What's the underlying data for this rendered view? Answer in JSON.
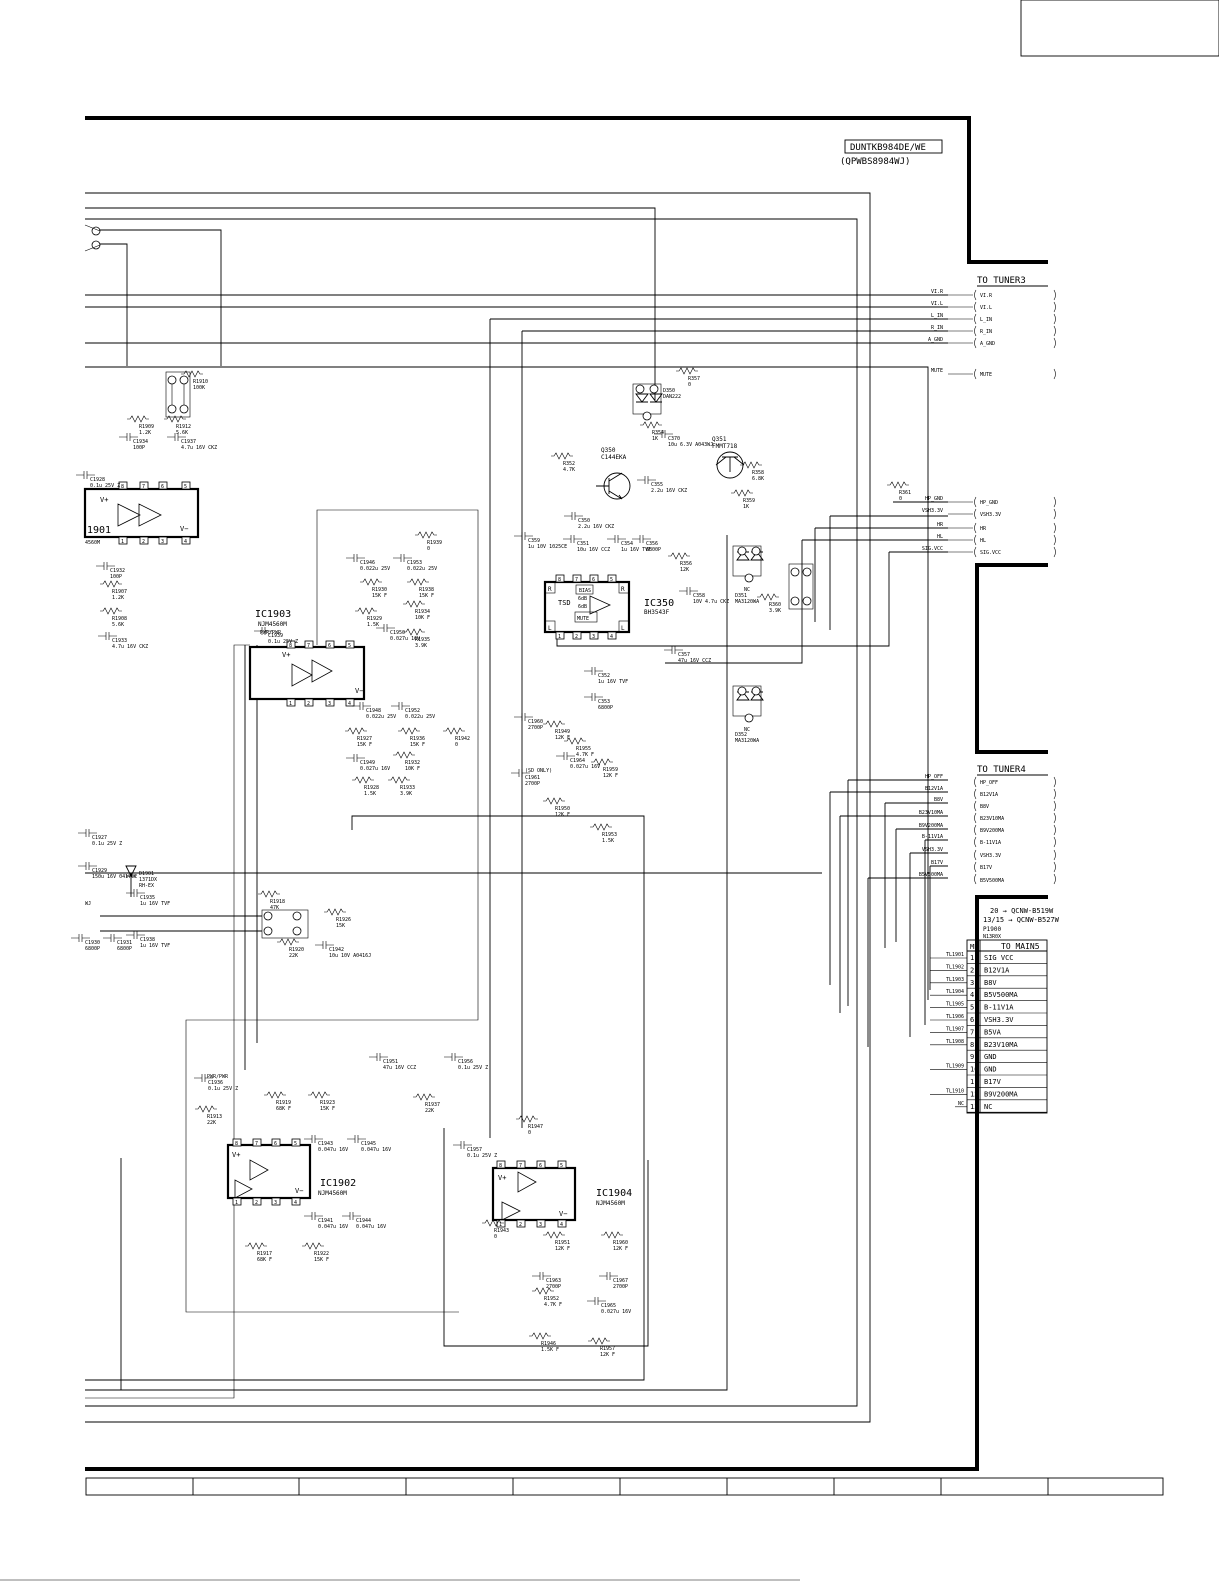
{
  "board": {
    "model": "DUNTKB984DE/WE",
    "part": "(QPWBS8984WJ)"
  },
  "tuner3": {
    "title": "TO TUNER3",
    "pins": [
      {
        "line": "VI.R",
        "pin": "VI.R"
      },
      {
        "line": "VI.L",
        "pin": "VI.L"
      },
      {
        "line": "L_IN",
        "pin": "L_IN"
      },
      {
        "line": "R_IN",
        "pin": "R_IN"
      },
      {
        "line": "A_GND",
        "pin": "A_GND"
      },
      {
        "line": "MUTE",
        "pin": "MUTE"
      },
      {
        "line": "HP_GND",
        "pin": "HP_GND"
      },
      {
        "line": "VSH3.3V",
        "pin": "VSH3.3V"
      },
      {
        "line": "HR",
        "pin": "HR"
      },
      {
        "line": "HL",
        "pin": "HL"
      },
      {
        "line": "SIG.VCC",
        "pin": "SIG.VCC"
      }
    ]
  },
  "tuner4": {
    "title": "TO TUNER4",
    "pins": [
      {
        "line": "HP_OFF",
        "pin": "HP_OFF"
      },
      {
        "line": "B12V1A",
        "pin": "B12V1A"
      },
      {
        "line": "B8V",
        "pin": "B8V"
      },
      {
        "line": "B23V10MA",
        "pin": "B23V10MA"
      },
      {
        "line": "B9V200MA",
        "pin": "B9V200MA"
      },
      {
        "line": "B-11V1A",
        "pin": "B-11V1A"
      },
      {
        "line": "VSH3.3V",
        "pin": "VSH3.3V"
      },
      {
        "line": "B17V",
        "pin": "B17V"
      },
      {
        "line": "B5V500MA",
        "pin": "B5V500MA"
      }
    ]
  },
  "main5": {
    "note1": "20 → QCNW-B519W",
    "note2": "13/15 → QCNW-B527W",
    "plug": "P1900",
    "plug_type": "N13R0X",
    "col_mb": "MB",
    "title": "TO MAIN5",
    "rows": [
      {
        "tl": "TL1901",
        "num": "1",
        "name": "SIG VCC"
      },
      {
        "tl": "TL1902",
        "num": "2",
        "name": "B12V1A"
      },
      {
        "tl": "TL1903",
        "num": "3",
        "name": "B8V"
      },
      {
        "tl": "TL1904",
        "num": "4",
        "name": "B5V500MA"
      },
      {
        "tl": "TL1905",
        "num": "5",
        "name": "B-11V1A"
      },
      {
        "tl": "TL1906",
        "num": "6",
        "name": "VSH3.3V"
      },
      {
        "tl": "TL1907",
        "num": "7",
        "name": "B5VA"
      },
      {
        "tl": "TL1908",
        "num": "8",
        "name": "B23V10MA"
      },
      {
        "tl": "",
        "num": "9",
        "name": "GND"
      },
      {
        "tl": "TL1909",
        "num": "10",
        "name": "GND"
      },
      {
        "tl": "",
        "num": "11",
        "name": "B17V"
      },
      {
        "tl": "TL1910",
        "num": "12",
        "name": "B9V200MA"
      },
      {
        "tl": "NC",
        "num": "13",
        "name": "NC"
      }
    ]
  },
  "ics": [
    {
      "ref": "IC1903",
      "type": "NJM4560M"
    },
    {
      "ref": "IC1902",
      "type": "NJM4560M"
    },
    {
      "ref": "IC1904",
      "type": "NJM4560M"
    },
    {
      "ref": "IC350",
      "type": "BH3543F"
    },
    {
      "ref": "IC1901",
      "type": "NJM4560M"
    }
  ],
  "ic350_blocks": {
    "tsd": "TSD",
    "bias": "BIAS",
    "r1": "R",
    "r2": "R",
    "l1": "L",
    "l2": "L",
    "mute": "MUTE",
    "db1": "6dB",
    "db2": "6dB"
  },
  "ic1901_partial": {
    "ref": "1901",
    "type": "4560M"
  },
  "transistors": [
    {
      "ref": "Q350",
      "type": "C144EKA"
    },
    {
      "ref": "Q351",
      "type": "FMMT718"
    }
  ],
  "diodes": [
    {
      "ref": "D350",
      "type": "DAN222"
    },
    {
      "ref": "D351",
      "type": "MA3120WA",
      "nc": "NC"
    },
    {
      "ref": "D352",
      "type": "MA3120WA",
      "nc": "NC"
    },
    {
      "ref": "D1901",
      "type": "1371DX",
      "extra": "RH-EX"
    }
  ],
  "components": [
    {
      "ref": "R1910",
      "val": "100K"
    },
    {
      "ref": "R1909",
      "val": "1.2K"
    },
    {
      "ref": "R1912",
      "val": "5.6K"
    },
    {
      "ref": "C1934",
      "val": "100P"
    },
    {
      "ref": "C1937",
      "val": "4.7u 16V CKZ"
    },
    {
      "ref": "C1928",
      "val": "0.1u 25V Z"
    },
    {
      "ref": "C1932",
      "val": "100P"
    },
    {
      "ref": "R1907",
      "val": "1.2K"
    },
    {
      "ref": "R1908",
      "val": "5.6K"
    },
    {
      "ref": "C1933",
      "val": "4.7u 16V CKZ"
    },
    {
      "ref": "C1927",
      "val": "0.1u 25V Z"
    },
    {
      "ref": "C1929",
      "val": "150u 16V 0417CE"
    },
    {
      "ref": "C1935",
      "val": "1u 16V TVF"
    },
    {
      "ref": "C1938",
      "val": "1u 16V TVF"
    },
    {
      "ref": "C1930",
      "val": "6800P"
    },
    {
      "ref": "C1931",
      "val": "6800P"
    },
    {
      "ref": "R1918",
      "val": "47K"
    },
    {
      "ref": "R1926",
      "val": "15K"
    },
    {
      "ref": "R1920",
      "val": "22K"
    },
    {
      "ref": "C1942",
      "val": "10u 10V A0416J"
    },
    {
      "ref": "C1946",
      "val": "0.022u 25V"
    },
    {
      "ref": "R1939",
      "val": "0"
    },
    {
      "ref": "C1953",
      "val": "0.022u 25V"
    },
    {
      "ref": "R1930",
      "val": "15K F"
    },
    {
      "ref": "R1938",
      "val": "15K F"
    },
    {
      "ref": "R1929",
      "val": "1.5K"
    },
    {
      "ref": "R1934",
      "val": "10K F"
    },
    {
      "ref": "C1950",
      "val": "0.027u 16V"
    },
    {
      "ref": "R1935",
      "val": "3.9K"
    },
    {
      "ref": "C1939",
      "val": "0.1u 25V Z"
    },
    {
      "ref": "C1948",
      "val": "0.022u 25V"
    },
    {
      "ref": "C1952",
      "val": "0.022u 25V"
    },
    {
      "ref": "R1927",
      "val": "15K F"
    },
    {
      "ref": "R1936",
      "val": "15K F"
    },
    {
      "ref": "R1942",
      "val": "0"
    },
    {
      "ref": "C1949",
      "val": "0.027u 16V"
    },
    {
      "ref": "R1932",
      "val": "10K F"
    },
    {
      "ref": "R1928",
      "val": "1.5K"
    },
    {
      "ref": "R1933",
      "val": "3.9K"
    },
    {
      "ref": "C1960",
      "val": "2700P"
    },
    {
      "ref": "R1949",
      "val": "12K F"
    },
    {
      "ref": "R1955",
      "val": "4.7K F"
    },
    {
      "ref": "C1961",
      "val": "2700P"
    },
    {
      "ref": "C1964",
      "val": "0.027u 16V"
    },
    {
      "ref": "R1959",
      "val": "12K F"
    },
    {
      "ref": "R1950",
      "val": "12K F"
    },
    {
      "ref": "R1953",
      "val": "1.5K"
    },
    {
      "ref": "C1951",
      "val": "47u 16V CCZ"
    },
    {
      "ref": "C1956",
      "val": "0.1u 25V Z"
    },
    {
      "ref": "R1937",
      "val": "22K"
    },
    {
      "ref": "C1936",
      "val": "0.1u 25V Z"
    },
    {
      "ref": "R1913",
      "val": "22K"
    },
    {
      "ref": "R1919",
      "val": "68K F"
    },
    {
      "ref": "R1923",
      "val": "15K F"
    },
    {
      "ref": "C1943",
      "val": "0.047u 16V"
    },
    {
      "ref": "C1945",
      "val": "0.047u 16V"
    },
    {
      "ref": "C1941",
      "val": "0.047u 16V"
    },
    {
      "ref": "C1944",
      "val": "0.047u 16V"
    },
    {
      "ref": "R1917",
      "val": "68K F"
    },
    {
      "ref": "R1922",
      "val": "15K F"
    },
    {
      "ref": "C1957",
      "val": "0.1u 25V Z"
    },
    {
      "ref": "R1947",
      "val": "0"
    },
    {
      "ref": "R1943",
      "val": "0"
    },
    {
      "ref": "R1951",
      "val": "12K F"
    },
    {
      "ref": "R1960",
      "val": "12K F"
    },
    {
      "ref": "C1963",
      "val": "2700P"
    },
    {
      "ref": "C1967",
      "val": "2700P"
    },
    {
      "ref": "R1952",
      "val": "4.7K F"
    },
    {
      "ref": "C1965",
      "val": "0.027u 16V"
    },
    {
      "ref": "R1946",
      "val": "1.5K F"
    },
    {
      "ref": "R1957",
      "val": "12K F"
    },
    {
      "ref": "R357",
      "val": "0"
    },
    {
      "ref": "R354",
      "val": "1K"
    },
    {
      "ref": "C370",
      "val": "10u 6.3V A043WJ"
    },
    {
      "ref": "R352",
      "val": "4.7K"
    },
    {
      "ref": "C355",
      "val": "2.2u 16V CKZ"
    },
    {
      "ref": "R358",
      "val": "6.8K"
    },
    {
      "ref": "R359",
      "val": "1K"
    },
    {
      "ref": "R361",
      "val": "0"
    },
    {
      "ref": "C350",
      "val": "2.2u 16V CKZ"
    },
    {
      "ref": "C359",
      "val": "1u 10V 1025CE"
    },
    {
      "ref": "C351",
      "val": "10u 16V CCZ"
    },
    {
      "ref": "C354",
      "val": "1u 16V TVF"
    },
    {
      "ref": "C356",
      "val": "6800P"
    },
    {
      "ref": "R356",
      "val": "12K"
    },
    {
      "ref": "C358",
      "val": "10V 4.7u CKZ"
    },
    {
      "ref": "R360",
      "val": "3.9K"
    },
    {
      "ref": "C357",
      "val": "47u 16V CCZ"
    },
    {
      "ref": "C352",
      "val": "1u 16V TVF"
    },
    {
      "ref": "C353",
      "val": "6800P"
    }
  ],
  "labels": {
    "pwrpwr1": "PWR/PWR",
    "pwrpwr2": "PWR/PWR",
    "sd_only": "(SD ONLY)",
    "wj": "WJ"
  }
}
